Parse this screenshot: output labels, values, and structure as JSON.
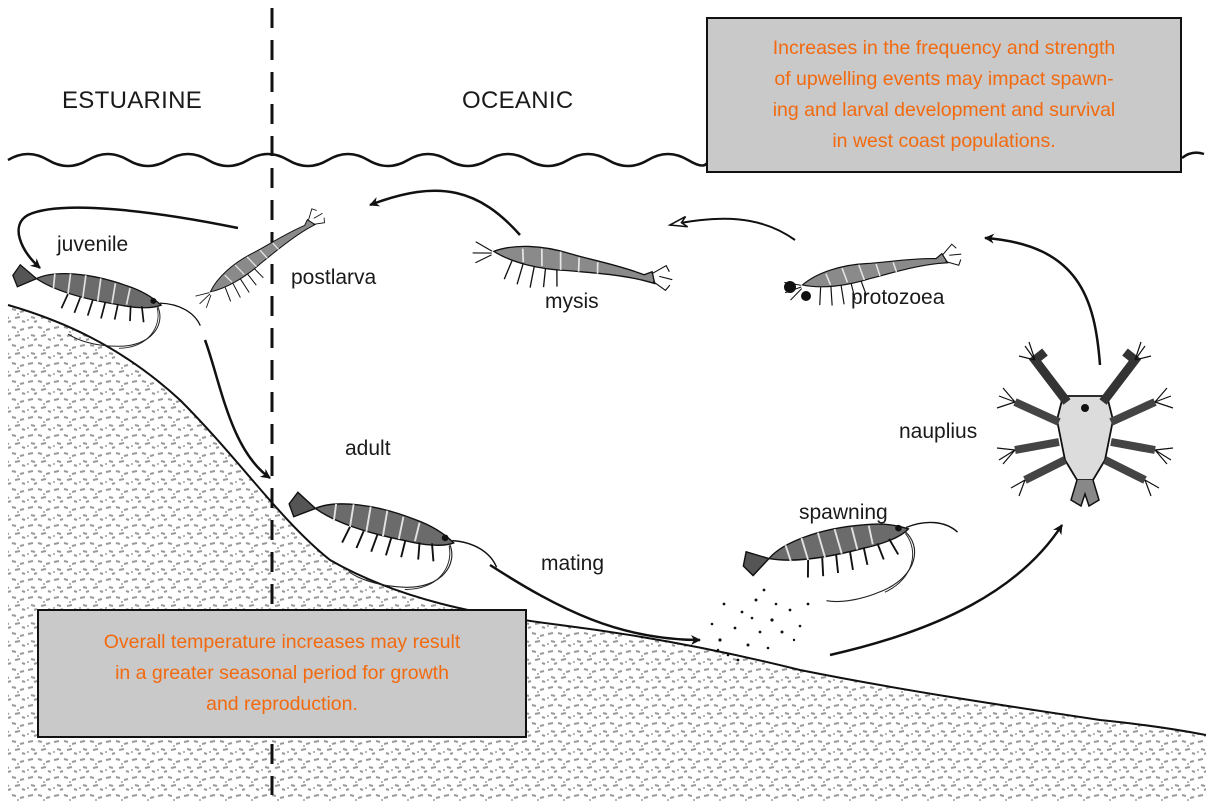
{
  "zones": {
    "estuarine": "ESTUARINE",
    "oceanic": "OCEANIC"
  },
  "stages": {
    "juvenile": "juvenile",
    "postlarva": "postlarva",
    "mysis": "mysis",
    "protozoea": "protozoea",
    "nauplius": "nauplius",
    "adult": "adult",
    "mating": "mating",
    "spawning": "spawning"
  },
  "notes": {
    "upwelling": {
      "lines": [
        "Increases in the frequency and strength",
        "of upwelling events may impact spawn-",
        "ing and larval development and survival",
        "in west coast populations."
      ]
    },
    "temperature": {
      "lines": [
        "Overall temperature increases may result",
        "in a greater seasonal period for growth",
        "and reproduction."
      ]
    }
  },
  "colors": {
    "note_text": "#f26a10",
    "note_fill": "#c9c9c9",
    "seabed_texture": "#9a9a9a",
    "line": "#111111"
  },
  "icons": {
    "shrimp": "shrimp-illustration",
    "larva": "larva-illustration",
    "eggs": "egg-cloud"
  }
}
